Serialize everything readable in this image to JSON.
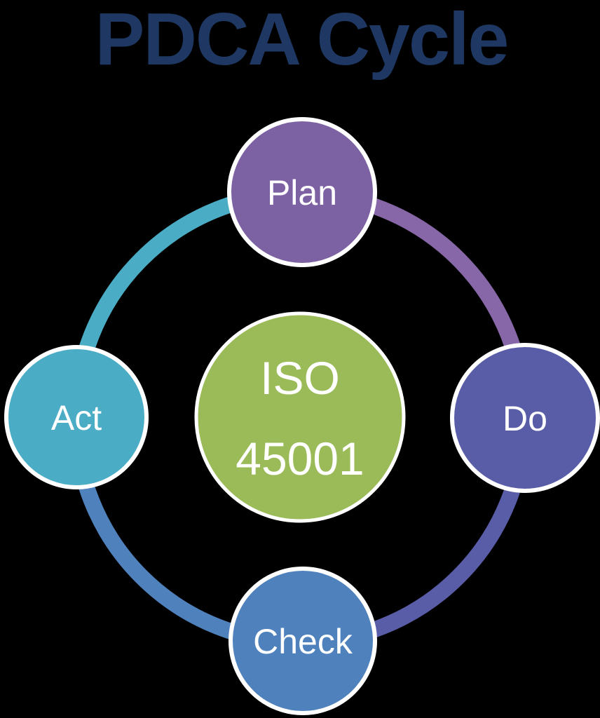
{
  "title": {
    "text": "PDCA Cycle",
    "color": "#1E3863"
  },
  "center_node": {
    "line1": "ISO",
    "line2": "45001",
    "fill": "#9BBB59",
    "text_color": "#FFFFFF"
  },
  "nodes": {
    "plan": {
      "label": "Plan",
      "fill": "#7D62A3"
    },
    "do": {
      "label": "Do",
      "fill": "#595CA7"
    },
    "check": {
      "label": "Check",
      "fill": "#4F81BD"
    },
    "act": {
      "label": "Act",
      "fill": "#4BACC6"
    }
  },
  "ring_arcs": {
    "act_to_plan": {
      "color": "#4BACC6"
    },
    "plan_to_do": {
      "color": "#8767A8"
    },
    "do_to_check": {
      "color": "#595CA7"
    },
    "check_to_act": {
      "color": "#4F81BD"
    }
  },
  "colors": {
    "background": "#000000",
    "node_border": "#FFFFFF",
    "label_text": "#FFFFFF"
  }
}
